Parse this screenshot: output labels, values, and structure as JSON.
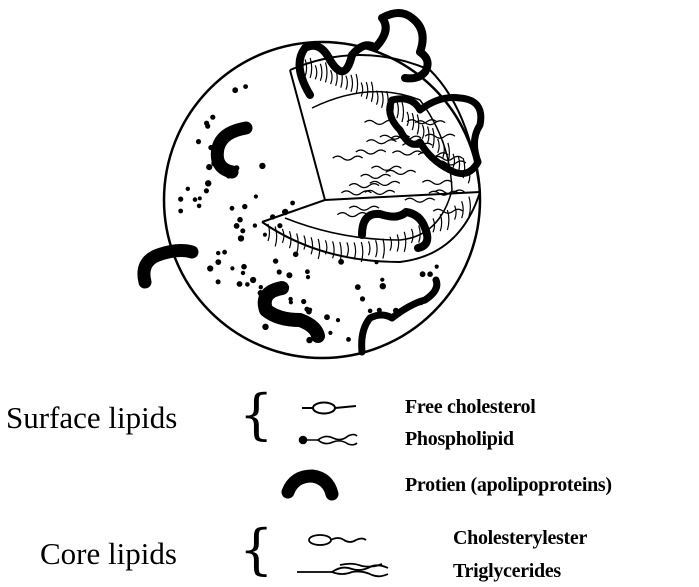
{
  "legend": {
    "surface_group": "Surface lipids",
    "core_group": "Core lipids",
    "items": [
      {
        "label": "Free cholesterol",
        "icon": "free-cholesterol-icon"
      },
      {
        "label": "Phospholipid",
        "icon": "phospholipid-icon"
      },
      {
        "label": "Protien (apolipoproteins)",
        "icon": "protein-icon"
      },
      {
        "label": "Cholesterylester",
        "icon": "cholesterylester-icon"
      },
      {
        "label": "Triglycerides",
        "icon": "triglyceride-icon"
      }
    ]
  },
  "colors": {
    "ink": "#000000",
    "background": "#ffffff"
  }
}
